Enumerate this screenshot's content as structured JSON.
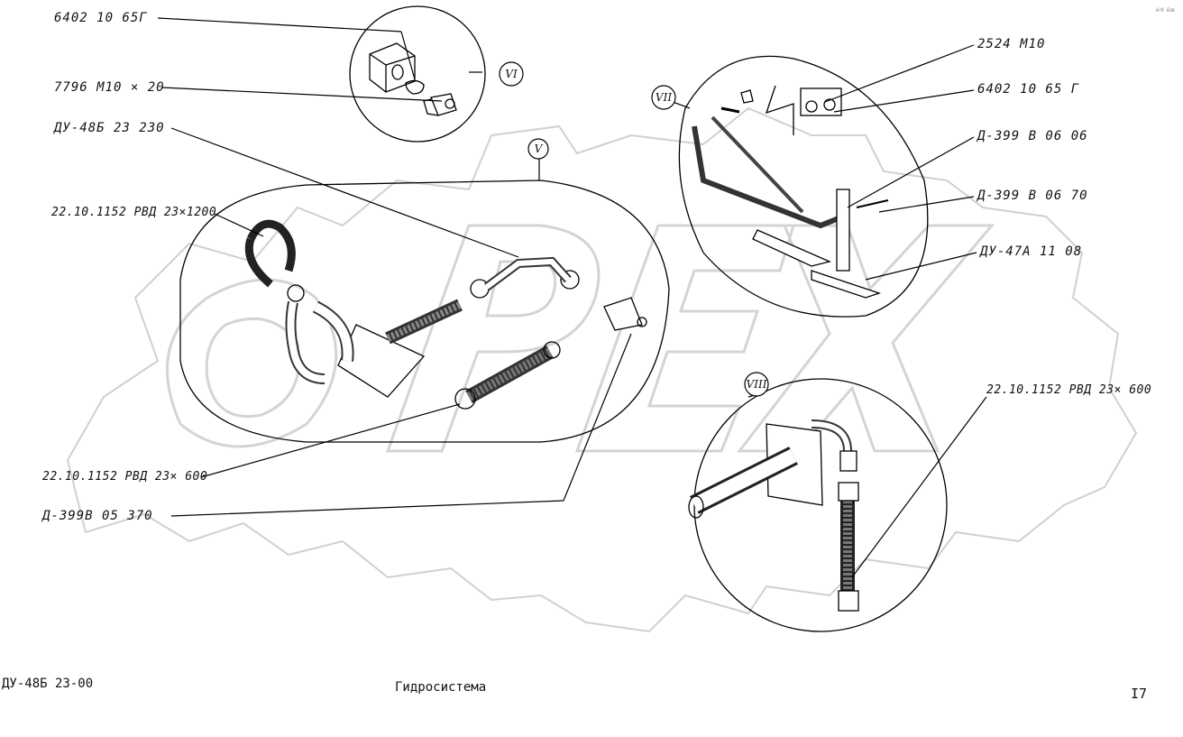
{
  "watermark": {
    "text": "OPEX",
    "color": "#d9d9d9"
  },
  "corner_mark": "é® êæ",
  "views": {
    "v5": "V",
    "v6": "VI",
    "v7": "VII",
    "v8": "VIII"
  },
  "labels": {
    "p6402_a": "6402 10 65Г",
    "p7796": "7796 M10 × 20",
    "du48b_23_230": "ДУ-48Б 23 230",
    "rvd1200": "22.10.1152 РВД 23×1200",
    "rvd600_a": "22.10.1152 РВД 23× 600",
    "d399_05_370": "Д-399В 05 370",
    "p2524": "2524 M10",
    "p6402_b": "6402 10 65 Г",
    "d399_06_06": "Д-399 В 06 06",
    "d399_06_70": "Д-399 В 06 70",
    "du47a": "ДУ-47А 11 08",
    "rvd600_b": "22.10.1152 РВД 23× 600"
  },
  "footer": {
    "doc_code": "ДУ-48Б 23-00",
    "title": "Гидросистема",
    "page": "I7"
  }
}
